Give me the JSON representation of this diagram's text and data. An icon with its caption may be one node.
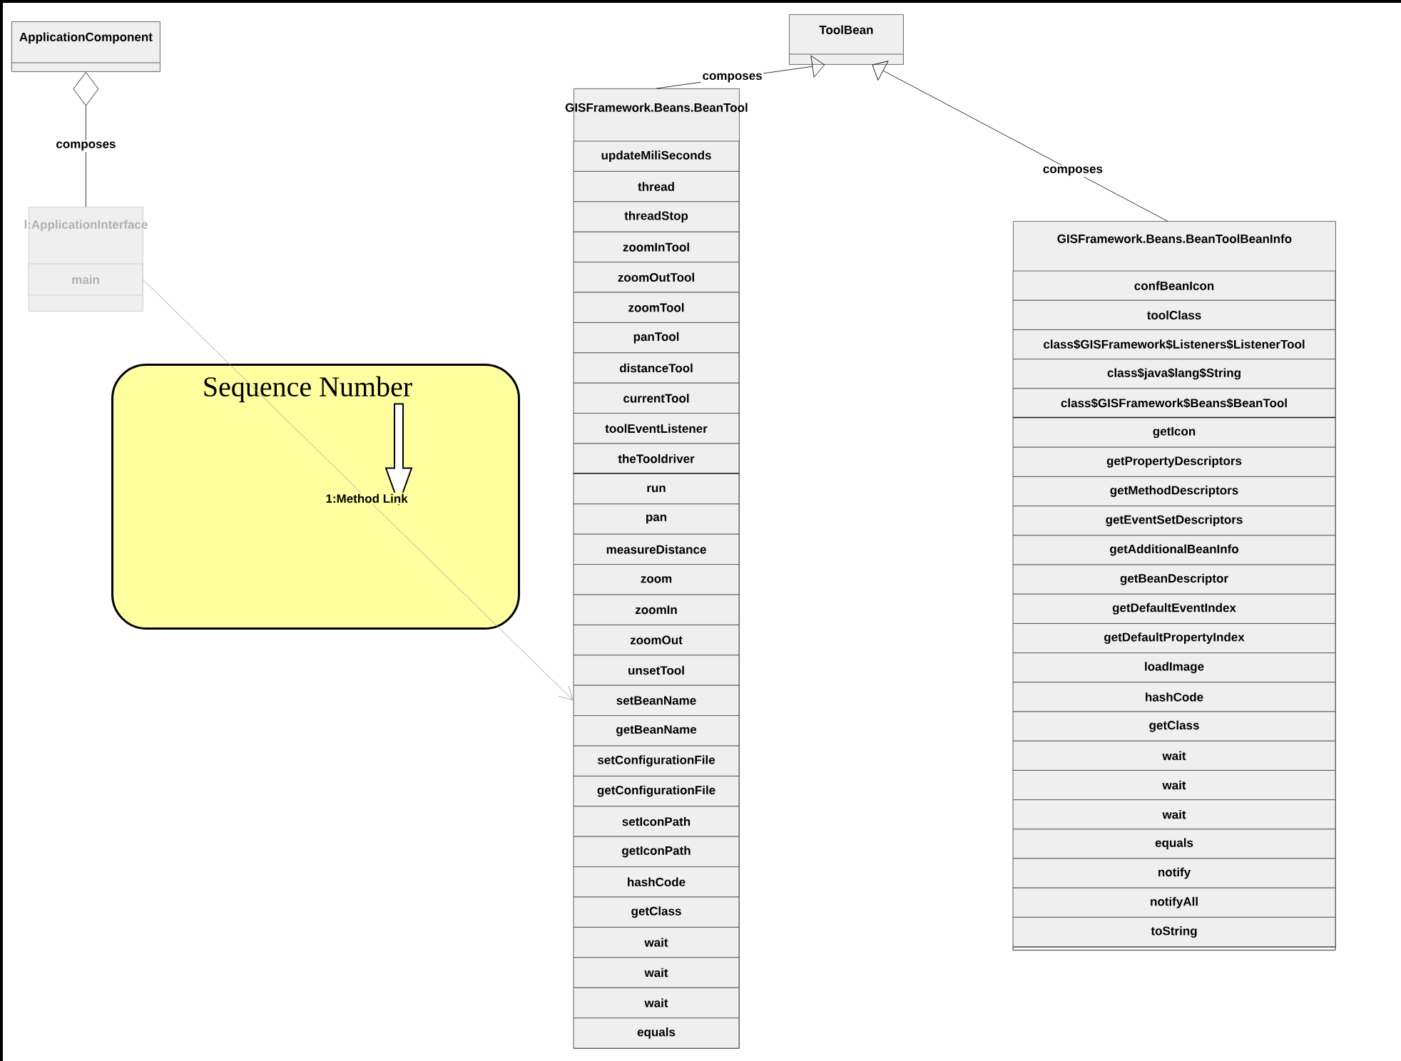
{
  "diagram": {
    "nodes": [
      {
        "text": [
          "ApplicationComponent"
        ]
      },
      {
        "text": [
          "l:ApplicationInterface"
        ]
      },
      {
        "text": [
          "main"
        ],
        "in": 1
      },
      {
        "text": [
          "ToolBean"
        ]
      },
      {
        "text": [
          "GISFramework.Beans.BeanTool"
        ]
      },
      {
        "text": [
          "updateMiliSeconds"
        ],
        "in": 4
      },
      {
        "text": [
          "thread"
        ],
        "in": 4
      },
      {
        "text": [
          "threadStop"
        ],
        "in": 4
      },
      {
        "text": [
          "zoomInTool"
        ],
        "in": 4
      },
      {
        "text": [
          "zoomOutTool"
        ],
        "in": 4
      },
      {
        "text": [
          "zoomTool"
        ],
        "in": 4
      },
      {
        "text": [
          "panTool"
        ],
        "in": 4
      },
      {
        "text": [
          "distanceTool"
        ],
        "in": 4
      },
      {
        "text": [
          "currentTool"
        ],
        "in": 4
      },
      {
        "text": [
          "toolEventListener"
        ],
        "in": 4
      },
      {
        "text": [
          "theTooldriver"
        ],
        "in": 4
      },
      {
        "text": [
          "run"
        ],
        "in": 4
      },
      {
        "text": [
          "pan"
        ],
        "in": 4
      },
      {
        "text": [
          "measureDistance"
        ],
        "in": 4
      },
      {
        "text": [
          "zoom"
        ],
        "in": 4
      },
      {
        "text": [
          "zoomIn"
        ],
        "in": 4
      },
      {
        "text": [
          "zoomOut"
        ],
        "in": 4
      },
      {
        "text": [
          "unsetTool"
        ],
        "in": 4
      },
      {
        "text": [
          "setBeanName"
        ],
        "in": 4
      },
      {
        "text": [
          "getBeanName"
        ],
        "in": 4
      },
      {
        "text": [
          "setConfigurationFile"
        ],
        "in": 4
      },
      {
        "text": [
          "getConfigurationFile"
        ],
        "in": 4
      },
      {
        "text": [
          "setIconPath"
        ],
        "in": 4
      },
      {
        "text": [
          "getIconPath"
        ],
        "in": 4
      },
      {
        "text": [
          "hashCode"
        ],
        "in": 4
      },
      {
        "text": [
          "getClass"
        ],
        "in": 4
      },
      {
        "text": [
          "wait"
        ],
        "in": 4
      },
      {
        "text": [
          "wait"
        ],
        "in": 4
      },
      {
        "text": [
          "wait"
        ],
        "in": 4
      },
      {
        "text": [
          "equals"
        ],
        "in": 4
      },
      {
        "text": [
          "GISFramework.Beans.BeanToolBeanInfo"
        ]
      },
      {
        "text": [
          "confBeanIcon"
        ],
        "in": 35
      },
      {
        "text": [
          "toolClass"
        ],
        "in": 35
      },
      {
        "text": [
          "class$GISFramework$Listeners$ListenerTool"
        ],
        "in": 35
      },
      {
        "text": [
          "class$java$lang$String"
        ],
        "in": 35
      },
      {
        "text": [
          "class$GISFramework$Beans$BeanTool"
        ],
        "in": 35
      },
      {
        "text": [
          "getIcon"
        ],
        "in": 35
      },
      {
        "text": [
          "getPropertyDescriptors"
        ],
        "in": 35
      },
      {
        "text": [
          "getMethodDescriptors"
        ],
        "in": 35
      },
      {
        "text": [
          "getEventSetDescriptors"
        ],
        "in": 35
      },
      {
        "text": [
          "getAdditionalBeanInfo"
        ],
        "in": 35
      },
      {
        "text": [
          "getBeanDescriptor"
        ],
        "in": 35
      },
      {
        "text": [
          "getDefaultEventIndex"
        ],
        "in": 35
      },
      {
        "text": [
          "getDefaultPropertyIndex"
        ],
        "in": 35
      },
      {
        "text": [
          "loadImage"
        ],
        "in": 35
      },
      {
        "text": [
          "hashCode"
        ],
        "in": 35
      },
      {
        "text": [
          "getClass"
        ],
        "in": 35
      },
      {
        "text": [
          "wait"
        ],
        "in": 35
      },
      {
        "text": [
          "wait"
        ],
        "in": 35
      },
      {
        "text": [
          "wait"
        ],
        "in": 35
      },
      {
        "text": [
          "equals"
        ],
        "in": 35
      },
      {
        "text": [
          "notify"
        ],
        "in": 35
      },
      {
        "text": [
          "notifyAll"
        ],
        "in": 35
      },
      {
        "text": [
          "toString"
        ],
        "in": 35
      },
      {
        "text": [],
        "shape": "box"
      },
      {
        "text": [
          "Sequence Number"
        ],
        "in": 59
      }
    ],
    "edges": [
      {
        "from": 4,
        "to": 3,
        "arrow": "to",
        "label": "composes"
      },
      {
        "from": 35,
        "to": 3,
        "arrow": "to",
        "label": "composes"
      },
      {
        "from": 0,
        "to": 1,
        "arrow": "other",
        "label": "composes"
      },
      {
        "from": 2,
        "to": 23,
        "arrow": "to",
        "label": "1:Method Link",
        "color": "#999999"
      },
      {
        "from": 60,
        "to": null,
        "arrow": "to"
      }
    ]
  }
}
